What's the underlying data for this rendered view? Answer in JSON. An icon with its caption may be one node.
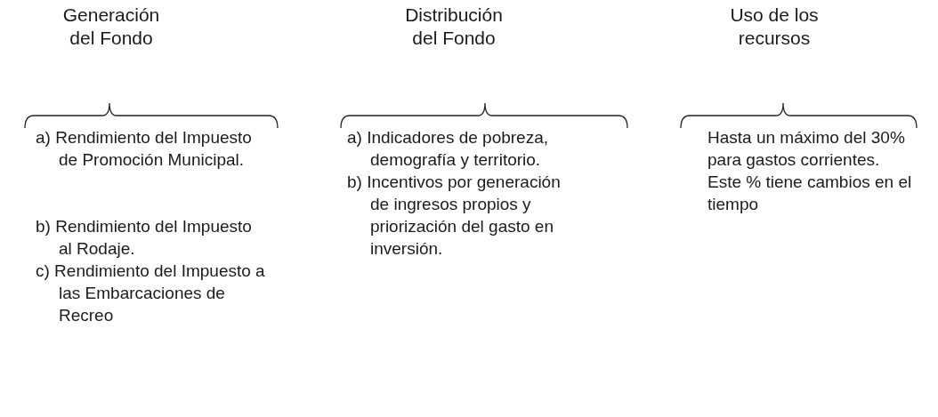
{
  "diagram": {
    "labels": [
      "Generación del Fondo",
      "a) Rendimiento del Impuesto de Promoción Municipal.",
      "b) Rendimiento del Impuesto al Rodaje.",
      "c) Rendimiento del Impuesto a las Embarcaciones de Recreo",
      "Distribución del Fondo",
      "a) Indicadores de pobreza, demografía y territorio.",
      "b) Incentivos por generación de ingresos propios y priorización del gasto en inversión.",
      "Uso de los recursos",
      "Hasta un máximo del 30% para gastos corrientes. Este % tiene cambios en el tiempo"
    ]
  }
}
